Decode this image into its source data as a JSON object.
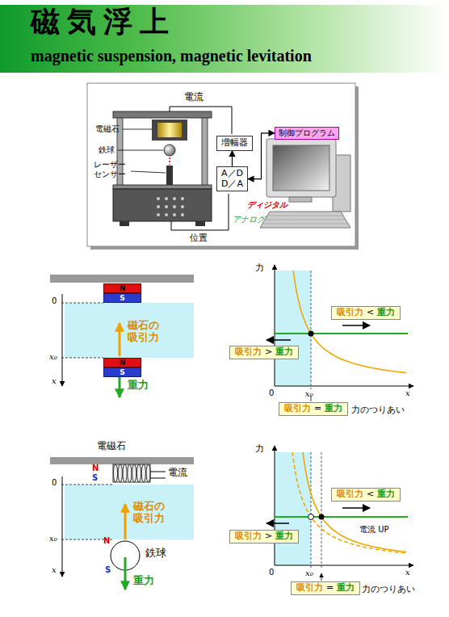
{
  "diagram": {
    "title": "磁 気 浮 上",
    "caption": "magnetic suspension, magnetic levitation",
    "nodes": [
      {
        "text": [
          "増幅器"
        ]
      },
      {
        "text": [
          "A／D",
          "D／A"
        ]
      },
      {
        "text": [
          "制御プログラム"
        ]
      },
      {
        "text": [
          "N"
        ]
      },
      {
        "text": [
          "S"
        ]
      },
      {
        "text": [
          "N"
        ]
      },
      {
        "text": [
          "S"
        ]
      },
      {
        "text": [
          "吸引力",
          "<",
          "重力"
        ]
      },
      {
        "text": [
          "吸引力",
          ">",
          "重力"
        ]
      },
      {
        "text": [
          "吸引力",
          "=",
          "重力"
        ]
      },
      {
        "text": [
          "吸引力",
          "<",
          "重力"
        ]
      },
      {
        "text": [
          "吸引力",
          ">",
          "重力"
        ]
      },
      {
        "text": [
          "吸引力",
          "=",
          "重力"
        ]
      }
    ],
    "edges": [
      {
        "from": 1,
        "to": 0,
        "arrow": "to"
      },
      {
        "from": 1,
        "to": 2,
        "arrow": "both"
      }
    ],
    "labels": [
      "電流",
      "電磁石",
      "鉄球",
      "レーザー センサー",
      "ディジタル",
      "アナログ",
      "位置",
      "0",
      "x₀",
      "x",
      "磁石の 吸引力",
      "重力",
      "力",
      "0",
      "x₀",
      "x",
      "力のつりあい",
      "電磁石",
      "N",
      "S",
      "電流",
      "0",
      "x₀",
      "x",
      "磁石の 吸引力",
      "N",
      "S",
      "鉄球",
      "重力",
      "力",
      "0",
      "x₀",
      "x",
      "電流 UP",
      "力のつりあい"
    ]
  }
}
